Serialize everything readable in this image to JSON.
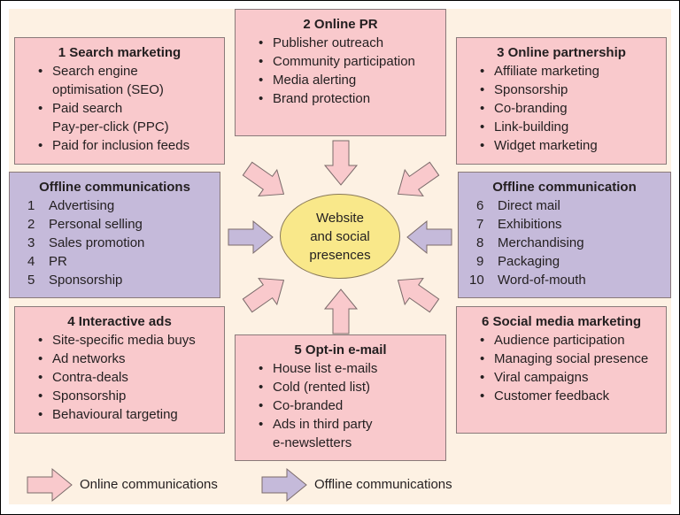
{
  "center": {
    "line1": "Website",
    "line2": "and social",
    "line3": "presences"
  },
  "boxes": {
    "search": {
      "title": "1  Search marketing",
      "items": [
        "Search engine",
        "optimisation (SEO)",
        "Paid search",
        "Pay-per-click (PPC)",
        "Paid for inclusion feeds"
      ]
    },
    "pr": {
      "title": "2  Online PR",
      "items": [
        "Publisher outreach",
        "Community participation",
        "Media alerting",
        "Brand protection"
      ]
    },
    "partner": {
      "title": "3  Online partnership",
      "items": [
        "Affiliate marketing",
        "Sponsorship",
        "Co-branding",
        "Link-building",
        "Widget marketing"
      ]
    },
    "offline_left": {
      "title": "Offline communications",
      "items": [
        {
          "n": "1",
          "t": "Advertising"
        },
        {
          "n": "2",
          "t": "Personal selling"
        },
        {
          "n": "3",
          "t": "Sales promotion"
        },
        {
          "n": "4",
          "t": "PR"
        },
        {
          "n": "5",
          "t": "Sponsorship"
        }
      ]
    },
    "offline_right": {
      "title": "Offline communication",
      "items": [
        {
          "n": "6",
          "t": "Direct mail"
        },
        {
          "n": "7",
          "t": "Exhibitions"
        },
        {
          "n": "8",
          "t": "Merchandising"
        },
        {
          "n": "9",
          "t": "Packaging"
        },
        {
          "n": "10",
          "t": "Word-of-mouth"
        }
      ]
    },
    "ads": {
      "title": "4  Interactive ads",
      "items": [
        "Site-specific media buys",
        "Ad networks",
        "Contra-deals",
        "Sponsorship",
        "Behavioural targeting"
      ]
    },
    "email": {
      "title": "5  Opt-in e-mail",
      "items": [
        "House list e-mails",
        "Cold (rented list)",
        "Co-branded",
        "Ads in third party",
        "e-newsletters"
      ]
    },
    "social": {
      "title": "6  Social media marketing",
      "items": [
        "Audience participation",
        "Managing social presence",
        "Viral campaigns",
        "Customer feedback"
      ]
    }
  },
  "legend": {
    "online": "Online communications",
    "offline": "Offline communications"
  },
  "colors": {
    "online": "#f9c9cc",
    "offline": "#c5bada",
    "center": "#f9e88a",
    "background": "#fdf1e3"
  }
}
